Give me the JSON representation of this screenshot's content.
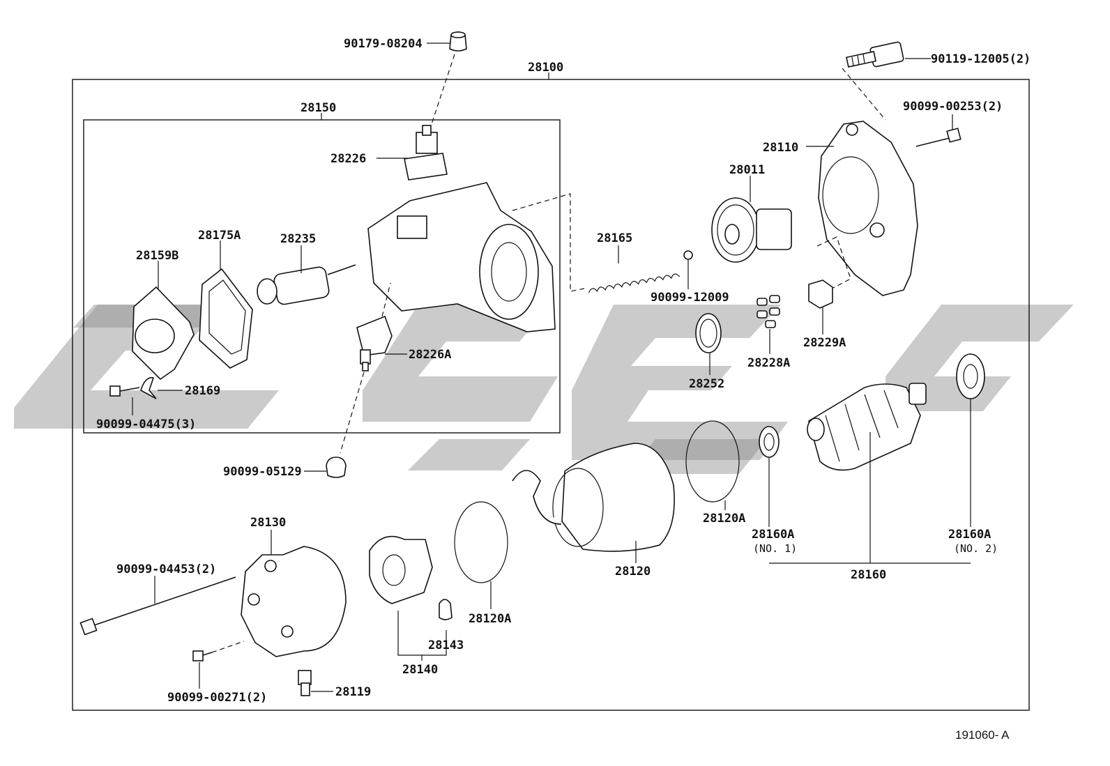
{
  "labels": {
    "p28100": "28100",
    "p28150": "28150",
    "p90179_08204": "90179-08204",
    "p90119_12005": "90119-12005(2)",
    "p90099_00253": "90099-00253(2)",
    "p28110": "28110",
    "p28011": "28011",
    "p28226": "28226",
    "p28175A": "28175A",
    "p28235": "28235",
    "p28159B": "28159B",
    "p28165": "28165",
    "p90099_12009": "90099-12009",
    "p28229A": "28229A",
    "p28228A": "28228A",
    "p28252": "28252",
    "p28226A": "28226A",
    "p28169": "28169",
    "p90099_04475": "90099-04475(3)",
    "p90099_05129": "90099-05129",
    "p28120A_top": "28120A",
    "p28160A_1": "28160A",
    "p28160A_1_sub": "(NO. 1)",
    "p28160A_2": "28160A",
    "p28160A_2_sub": "(NO. 2)",
    "p28160": "28160",
    "p28130": "28130",
    "p90099_04453": "90099-04453(2)",
    "p28120": "28120",
    "p28120A_bottom": "28120A",
    "p28143": "28143",
    "p28140": "28140",
    "p28119": "28119",
    "p90099_00271": "90099-00271(2)"
  },
  "figure_id": "191060- A",
  "watermark": {
    "color": "#8c8c8c",
    "shape": "large-gray-chevron-letters"
  }
}
